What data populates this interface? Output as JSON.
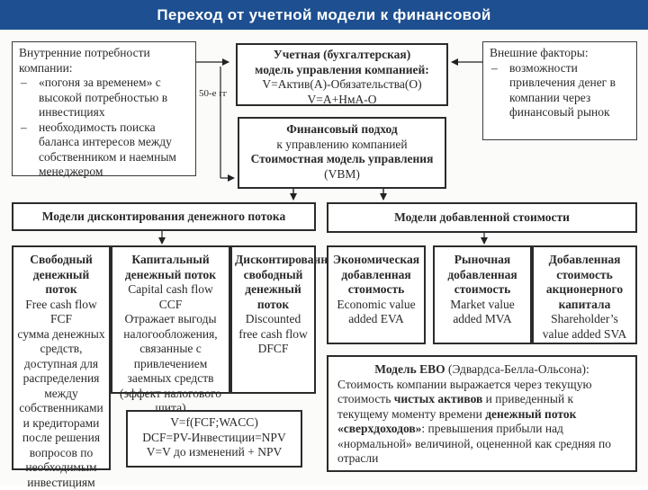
{
  "title": "Переход от учетной модели к финансовой",
  "internal": {
    "heading": "Внутренние потребности компании:",
    "items": [
      "«погоня за временем» с высокой потребностью в инвестициях",
      "необходимость поиска баланса интересов между собственником и наемным менеджером"
    ]
  },
  "accounting": {
    "line1": "Учетная (бухгалтерская)",
    "line2": "модель управления компанией:",
    "formula1": "V=Актив(А)-Обязательства(О)",
    "formula2": "V=А+НмА-О"
  },
  "external": {
    "heading": "Внешние факторы:",
    "items": [
      "возможности привлечения денег в компании через финансовый рынок"
    ]
  },
  "period_label": "50-е гг",
  "financial": {
    "line1": "Финансовый подход",
    "line2": "к управлению компанией",
    "line3": "Стоимостная модель управления",
    "line4": "(VBM)"
  },
  "dcf_header": "Модели дисконтирования денежного потока",
  "value_added_header": "Модели добавленной стоимости",
  "fcf": {
    "title": "Свободный денежный поток",
    "lines": [
      "Free cash flow",
      "FCF",
      "сумма денежных средств, доступная для распределения между собственниками и кредиторами после решения вопросов по необходимым инвестициям"
    ]
  },
  "ccf": {
    "title": "Капитальный денежный поток",
    "lines": [
      "Capital cash flow",
      "CCF",
      "Отражает выгоды налогообложения, связанные с привлечением заемных средств (эффект налогового щита)"
    ]
  },
  "dfcf": {
    "title": "Дисконтированный свободный денежный поток",
    "lines": [
      "Discounted free cash flow",
      "DFCF"
    ]
  },
  "formulas": [
    "V=f(FCF;WACC)",
    "DCF=PV-Инвестиции=NPV",
    "V=V до изменений + NPV"
  ],
  "eva": {
    "title": "Экономическая добавленная стоимость",
    "lines": [
      "Economic value",
      "added EVA"
    ]
  },
  "mva": {
    "title": "Рыночная добавленная стоимость",
    "lines": [
      "Market value",
      "added MVA"
    ]
  },
  "sva": {
    "title": "Добавленная стоимость акционерного капитала",
    "lines": [
      "Shareholder’s",
      "value added SVA"
    ]
  },
  "ebo": {
    "title": "Модель ЕВО",
    "title_rest": " (Эдвардса-Белла-Ольсона):",
    "text1": "Стоимость компании выражается через текущую стоимость ",
    "bold1": "чистых активов",
    "text2": " и приведенный к текущему моменту времени ",
    "bold2": "денежный поток «сверхдоходов»",
    "text3": ": превышения прибыли над «нормальной» величиной, оцененной как средняя по отрасли"
  }
}
